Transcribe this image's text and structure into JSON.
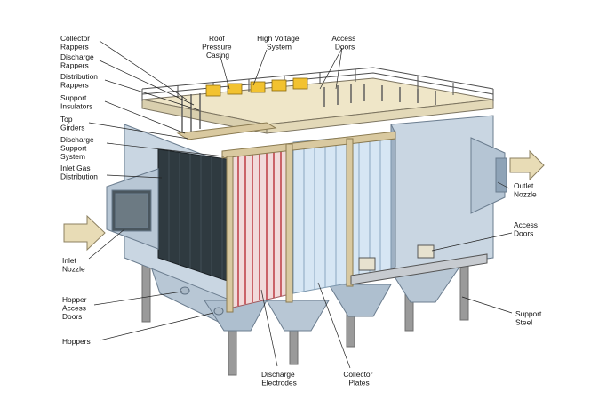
{
  "diagram": {
    "colors": {
      "casing": "#c9d6e2",
      "casing_dark": "#9fb1c3",
      "roof": "#efe6c8",
      "rail": "#5a5a5a",
      "plates": "#d6e6f4",
      "electrodes": "#c0454b",
      "girder": "#d9c9a0",
      "steel": "#8c8c8c",
      "arrow": "#e8dcb6",
      "rapper": "#f2c230"
    },
    "labels": {
      "collector_rappers": [
        "Collector",
        "Rappers"
      ],
      "discharge_rappers": [
        "Discharge",
        "Rappers"
      ],
      "distribution_rappers": [
        "Distribution",
        "Rappers"
      ],
      "support_insulators": [
        "Support",
        "Insulators"
      ],
      "top_girders": [
        "Top",
        "Girders"
      ],
      "discharge_support": [
        "Discharge",
        "Support",
        "System"
      ],
      "inlet_gas_distribution": [
        "Inlet Gas",
        "Distribution"
      ],
      "roof_pressure_casing": [
        "Roof",
        "Pressure",
        "Casing"
      ],
      "high_voltage_system": [
        "High Voltage",
        "System"
      ],
      "access_doors_top": [
        "Access",
        "Doors"
      ],
      "outlet_nozzle": [
        "Outlet",
        "Nozzle"
      ],
      "access_doors_right": [
        "Access",
        "Doors"
      ],
      "inlet_nozzle": [
        "Inlet",
        "Nozzle"
      ],
      "hopper_access_doors": [
        "Hopper",
        "Access",
        "Doors"
      ],
      "hoppers": [
        "Hoppers"
      ],
      "discharge_electrodes": [
        "Discharge",
        "Electrodes"
      ],
      "collector_plates": [
        "Collector",
        "Plates"
      ],
      "support_steel": [
        "Support",
        "Steel"
      ]
    }
  }
}
